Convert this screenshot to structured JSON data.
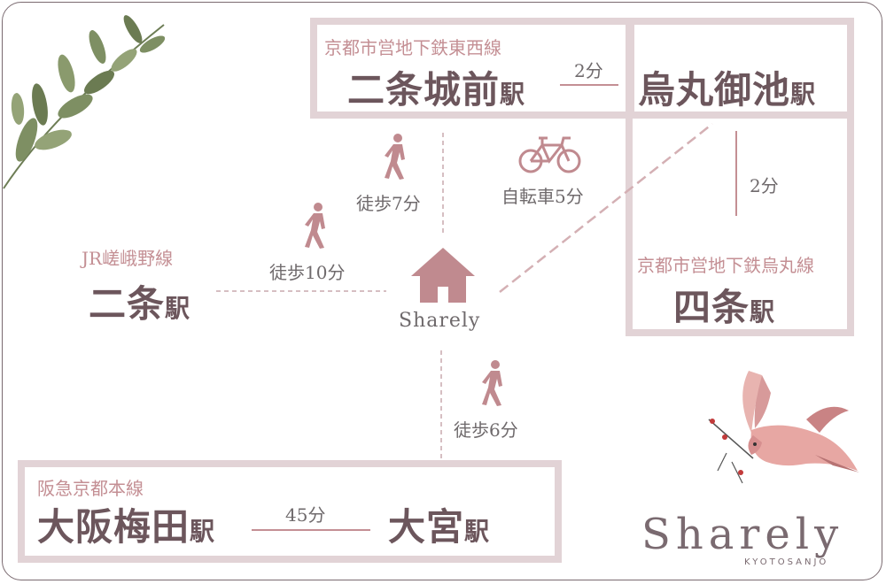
{
  "stations": {
    "nijojomae": {
      "line": "京都市営地下鉄東西線",
      "name": "二条城前",
      "suffix": "駅"
    },
    "karasuma_oike": {
      "name": "烏丸御池",
      "suffix": "駅"
    },
    "shijo": {
      "line": "京都市営地下鉄烏丸線",
      "name": "四条",
      "suffix": "駅"
    },
    "nijo": {
      "line": "JR嵯峨野線",
      "name": "二条",
      "suffix": "駅"
    },
    "umeda": {
      "line": "阪急京都本線",
      "name": "大阪梅田",
      "suffix": "駅"
    },
    "omiya": {
      "name": "大宮",
      "suffix": "駅"
    }
  },
  "routes": {
    "nijojomae_to_oike": "2分",
    "oike_to_shijo": "2分",
    "umeda_to_omiya": "45分",
    "walk_nijojomae": "徒歩7分",
    "walk_nijo": "徒歩10分",
    "walk_omiya": "徒歩6分",
    "bike_shijo": "自転車5分"
  },
  "home": {
    "label": "Sharely"
  },
  "logo": {
    "name": "Sharely",
    "sub": "KYOTOSANJO"
  },
  "colors": {
    "accent": "#c48f94",
    "box": "#e2d3d6",
    "text": "#6c565c",
    "house": "#c08a8f"
  },
  "icons": [
    "walking-person-icon",
    "bicycle-icon",
    "house-icon",
    "leaf-branch-icon",
    "bird-illustration"
  ]
}
